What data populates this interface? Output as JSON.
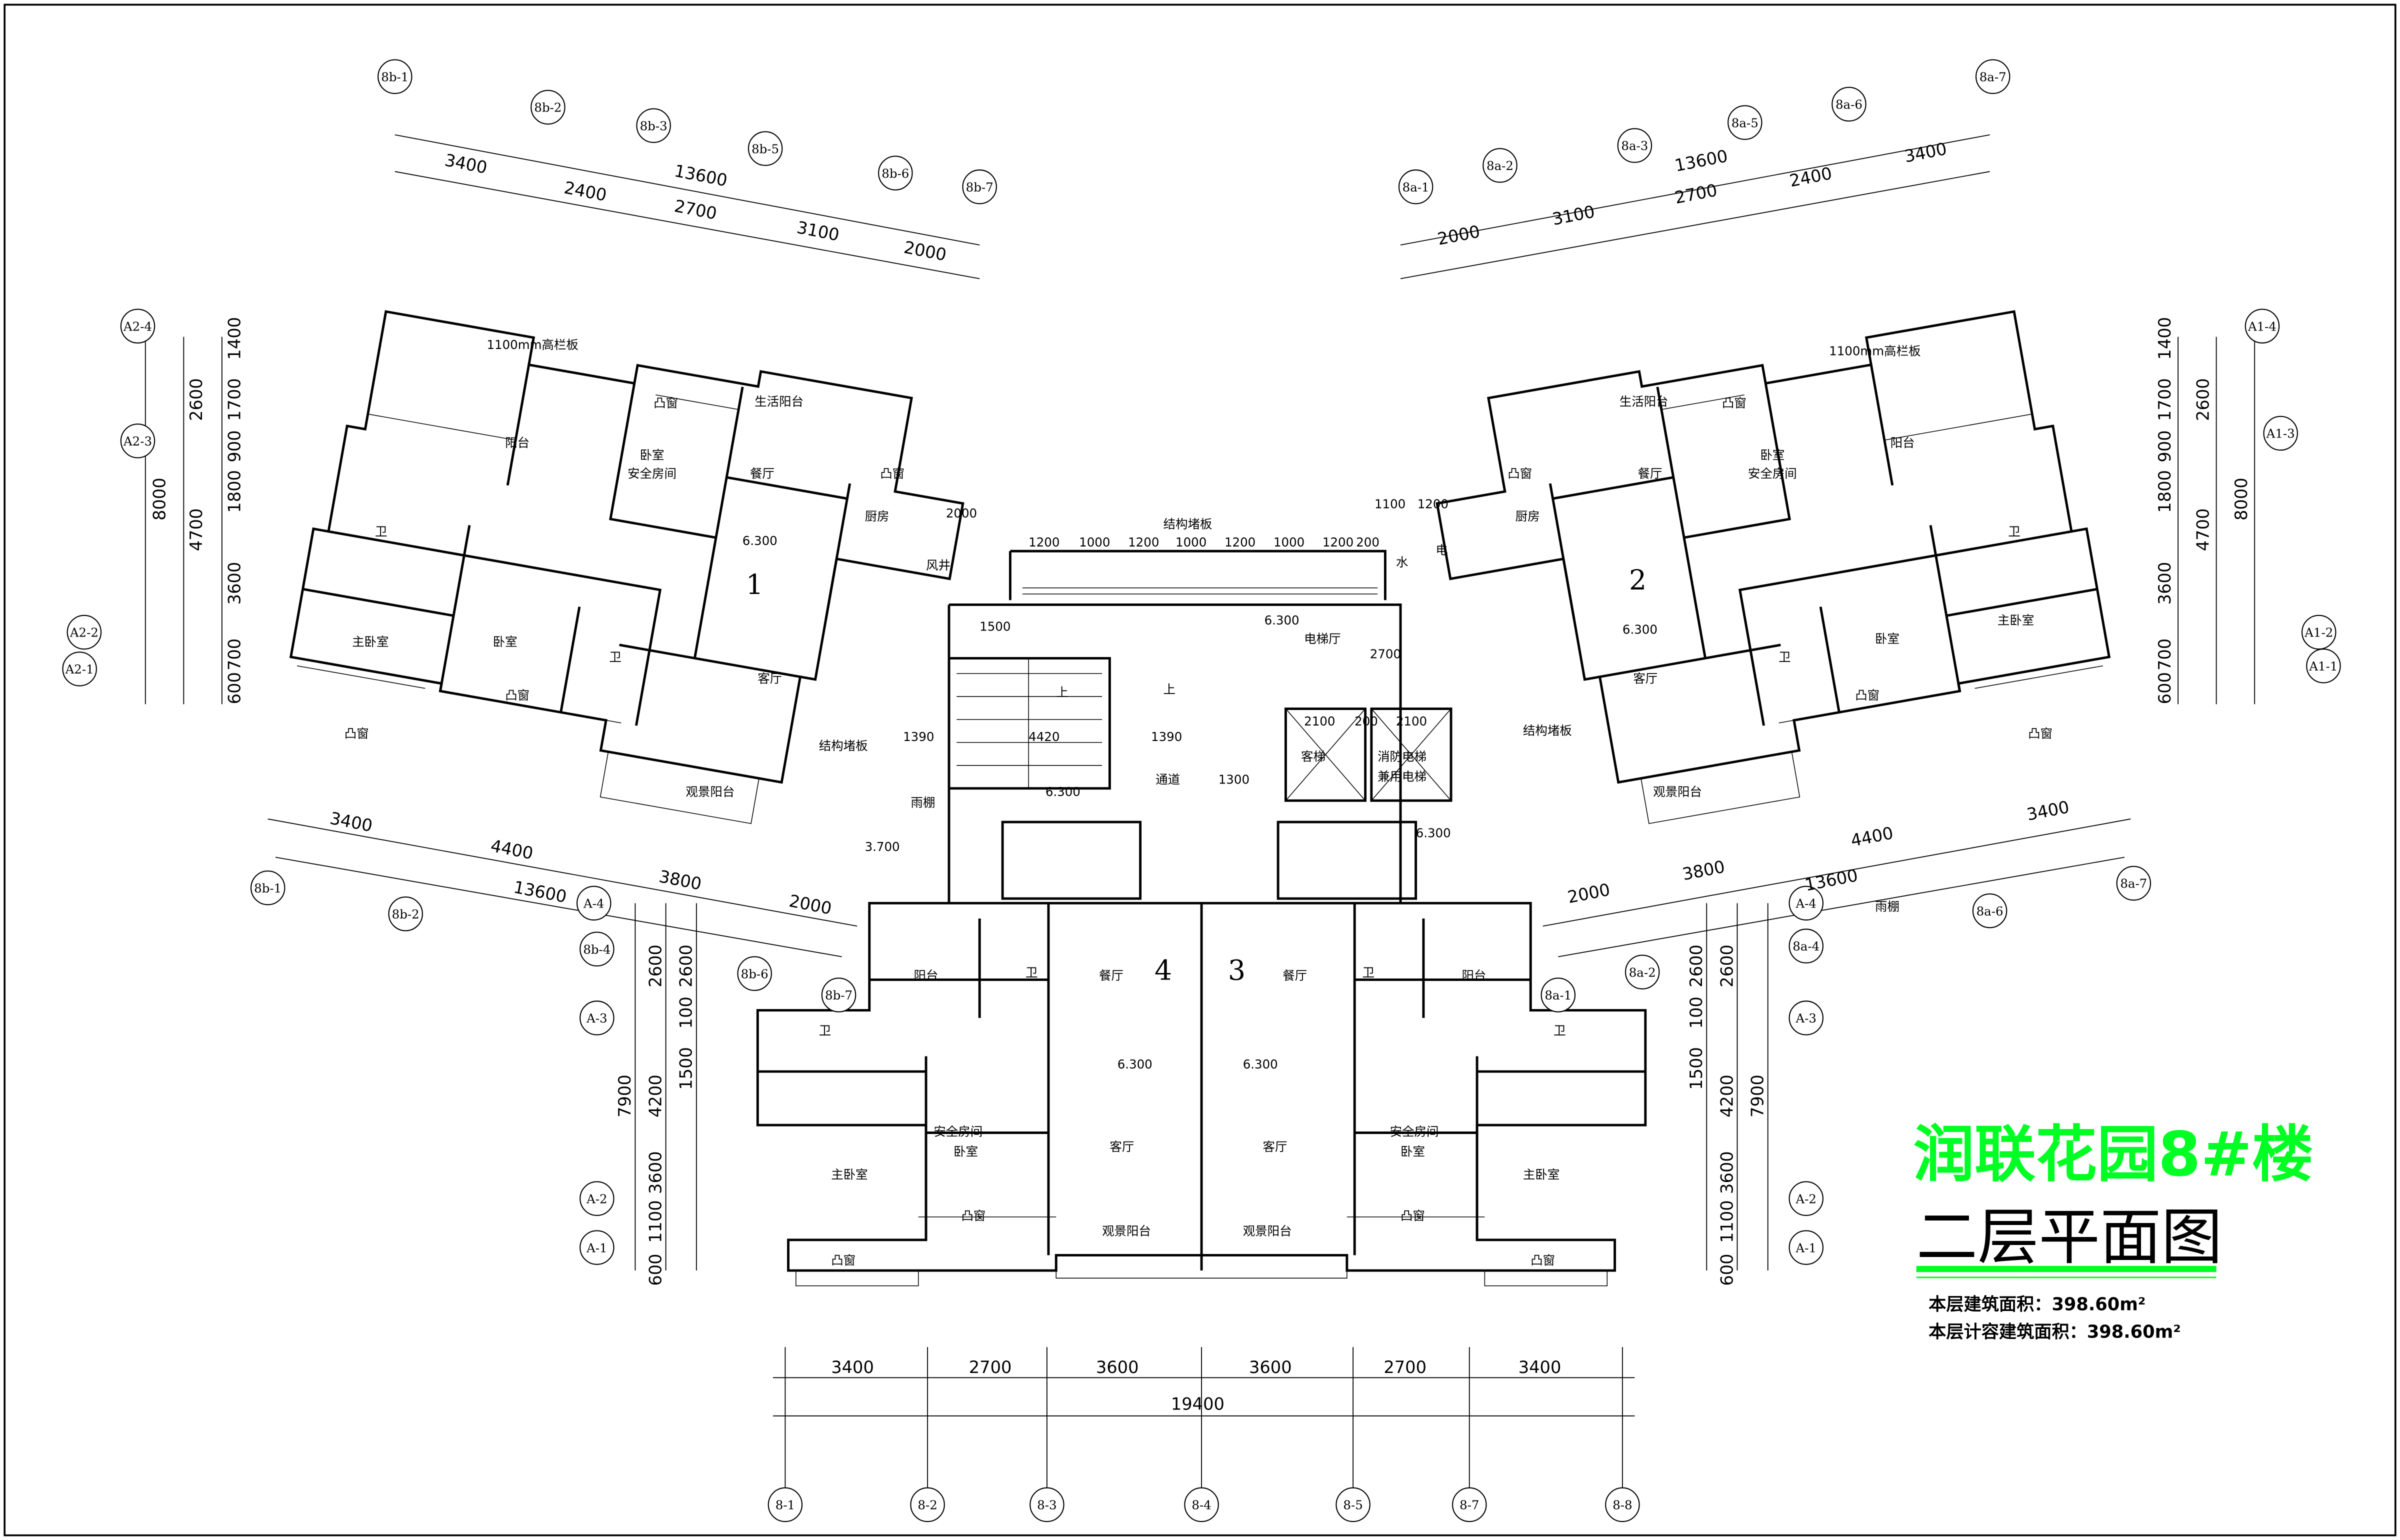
{
  "title": {
    "project": "润联花园8#楼",
    "drawing": "二层平面图",
    "area_building": "本层建筑面积：398.60m²",
    "area_far": "本层计容建筑面积：398.60m²",
    "accent_color": "#00ff22"
  },
  "axes": {
    "top_left": [
      "8b-1",
      "8b-2",
      "8b-3",
      "8b-5",
      "8b-6",
      "8b-7"
    ],
    "top_right": [
      "8a-1",
      "8a-2",
      "8a-3",
      "8a-5",
      "8a-6",
      "8a-7"
    ],
    "left_vertical": [
      "A2-4",
      "A2-3",
      "A2-2",
      "A2-1"
    ],
    "right_vertical": [
      "A1-4",
      "A1-3",
      "A1-2",
      "A1-1"
    ],
    "mid_left": [
      "8b-1",
      "8b-2",
      "8b-4",
      "8b-6",
      "8b-7"
    ],
    "mid_right": [
      "8a-1",
      "8a-2",
      "8a-4",
      "8a-6",
      "8a-7"
    ],
    "lower_left_vertical": [
      "A-4",
      "A-3",
      "A-2",
      "A-1"
    ],
    "lower_right_vertical": [
      "A-4",
      "A-3",
      "A-2",
      "A-1"
    ],
    "bottom": [
      "8-1",
      "8-2",
      "8-3",
      "8-4",
      "8-5",
      "8-7",
      "8-8"
    ]
  },
  "dimensions": {
    "top_left": [
      "3400",
      "13600",
      "2400",
      "2700",
      "3100",
      "2000"
    ],
    "top_right": [
      "2000",
      "3100",
      "2700",
      "13600",
      "2400",
      "3400"
    ],
    "left_vertical": [
      "1400",
      "1700",
      "900",
      "1800",
      "3600",
      "700",
      "600",
      "2600",
      "4700",
      "8000"
    ],
    "right_vertical": [
      "1400",
      "1700",
      "900",
      "1800",
      "3600",
      "700",
      "600",
      "2600",
      "4700",
      "8000"
    ],
    "mid_left": [
      "3400",
      "4400",
      "3800",
      "13600",
      "2000"
    ],
    "mid_right": [
      "2000",
      "3800",
      "13600",
      "4400",
      "3400"
    ],
    "lower_vertical_left": [
      "2600",
      "2600",
      "100",
      "1500",
      "4200",
      "3600",
      "1100",
      "600",
      "7900"
    ],
    "lower_vertical_right": [
      "2600",
      "2600",
      "100",
      "1500",
      "4200",
      "3600",
      "1100",
      "600",
      "7900"
    ],
    "bottom_segments": [
      "3400",
      "2700",
      "3600",
      "3600",
      "2700",
      "3400"
    ],
    "bottom_total": "19400",
    "core": [
      "1200",
      "1000",
      "1200",
      "1000",
      "1200",
      "1000",
      "1200",
      "200",
      "1390",
      "4420",
      "1390",
      "1300",
      "2100",
      "200",
      "2100",
      "1500",
      "2700",
      "1100",
      "1200",
      "2000"
    ]
  },
  "units": [
    {
      "number": "1",
      "rooms": [
        "阳台",
        "卧室",
        "安全房间",
        "生活阳台",
        "餐厅",
        "厨房",
        "卫",
        "主卧室",
        "卧室",
        "卫",
        "客厅",
        "观景阳台",
        "凸窗",
        "凸窗",
        "凸窗",
        "凸窗"
      ],
      "elevation": "6.300"
    },
    {
      "number": "2",
      "rooms": [
        "阳台",
        "卧室",
        "安全房间",
        "生活阳台",
        "餐厅",
        "厨房",
        "卫",
        "主卧室",
        "卧室",
        "卫",
        "客厅",
        "观景阳台",
        "凸窗",
        "凸窗",
        "凸窗",
        "凸窗"
      ],
      "elevation": "6.300"
    },
    {
      "number": "3",
      "rooms": [
        "阳台",
        "卫",
        "餐厅",
        "卫",
        "安全房间",
        "卧室",
        "客厅",
        "主卧室",
        "观景阳台",
        "凸窗",
        "凸窗"
      ],
      "elevation": "6.300"
    },
    {
      "number": "4",
      "rooms": [
        "阳台",
        "卫",
        "餐厅",
        "卫",
        "安全房间",
        "卧室",
        "客厅",
        "主卧室",
        "观景阳台",
        "凸窗",
        "凸窗"
      ],
      "elevation": "6.300"
    }
  ],
  "core_labels": [
    "电梯厅",
    "客梯",
    "消防电梯",
    "兼用电梯",
    "通道",
    "风井",
    "水",
    "电",
    "结构堵板",
    "结构堵板",
    "结构堵板",
    "雨棚",
    "雨棚",
    "1100mm高栏板",
    "1100mm高栏板",
    "6.300",
    "6.300",
    "6.300",
    "3.700",
    "上",
    "上"
  ]
}
